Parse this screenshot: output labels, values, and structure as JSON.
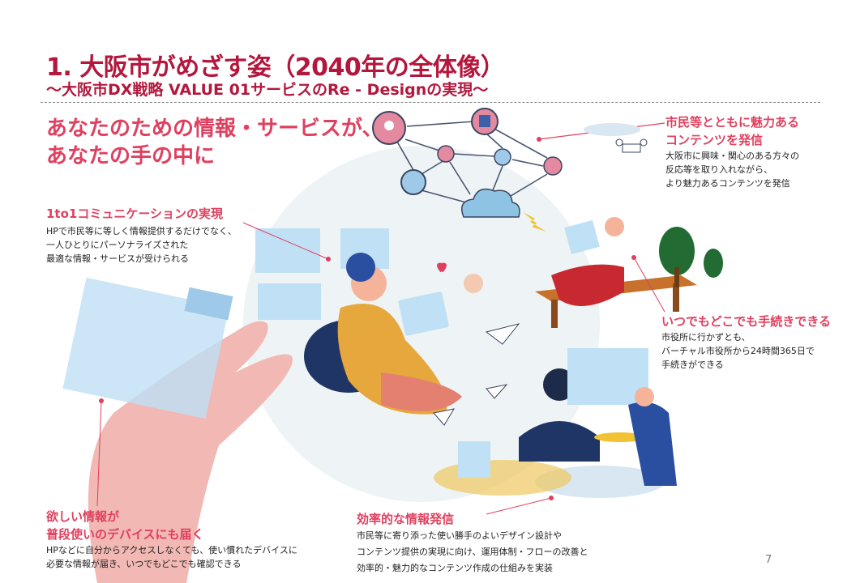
{
  "header": {
    "title": "1. 大阪市がめざす姿（2040年の全体像）",
    "subtitle": "～大阪市DX戦略 VALUE 01サービスのRe - Designの実現～"
  },
  "lead": {
    "line1": "あなたのための情報・サービスが、",
    "line2": "あなたの手の中に"
  },
  "sections": [
    {
      "heading": [
        "1to1コミュニケーションの実現"
      ],
      "body": [
        "HPで市民等に等しく情報提供するだけでなく、",
        "一人ひとりにパーソナライズされた",
        "最適な情報・サービスが受けられる"
      ]
    },
    {
      "heading": [
        "市民等とともに魅力ある",
        "コンテンツを発信"
      ],
      "body": [
        "大阪市に興味・関心のある方々の",
        "反応等を取り入れながら、",
        "より魅力あるコンテンツを発信"
      ]
    },
    {
      "heading": [
        "いつでもどこでも手続きできる"
      ],
      "body": [
        "市役所に行かずとも、",
        "バーチャル市役所から24時間365日で",
        "手続きができる"
      ]
    },
    {
      "heading": [
        "欲しい情報が",
        "普段使いのデバイスにも届く"
      ],
      "body": [
        "HPなどに自分からアクセスしなくても、使い慣れたデバイスに",
        "必要な情報が届き、いつでもどこでも確認できる"
      ]
    },
    {
      "heading": [
        "効率的な情報発信"
      ],
      "body": [
        "市民等に寄り添った使い勝手のよいデザイン設計や",
        "コンテンツ提供の実現に向け、運用体制・フローの改善と",
        "効率的・魅力的なコンテンツ作成の仕組みを実装"
      ]
    }
  ],
  "page_number": "7",
  "colors": {
    "title": "#b3173d",
    "accent": "#e0405f",
    "illustration_blue": "#9fc9e8",
    "illustration_pink": "#e48aa0"
  }
}
